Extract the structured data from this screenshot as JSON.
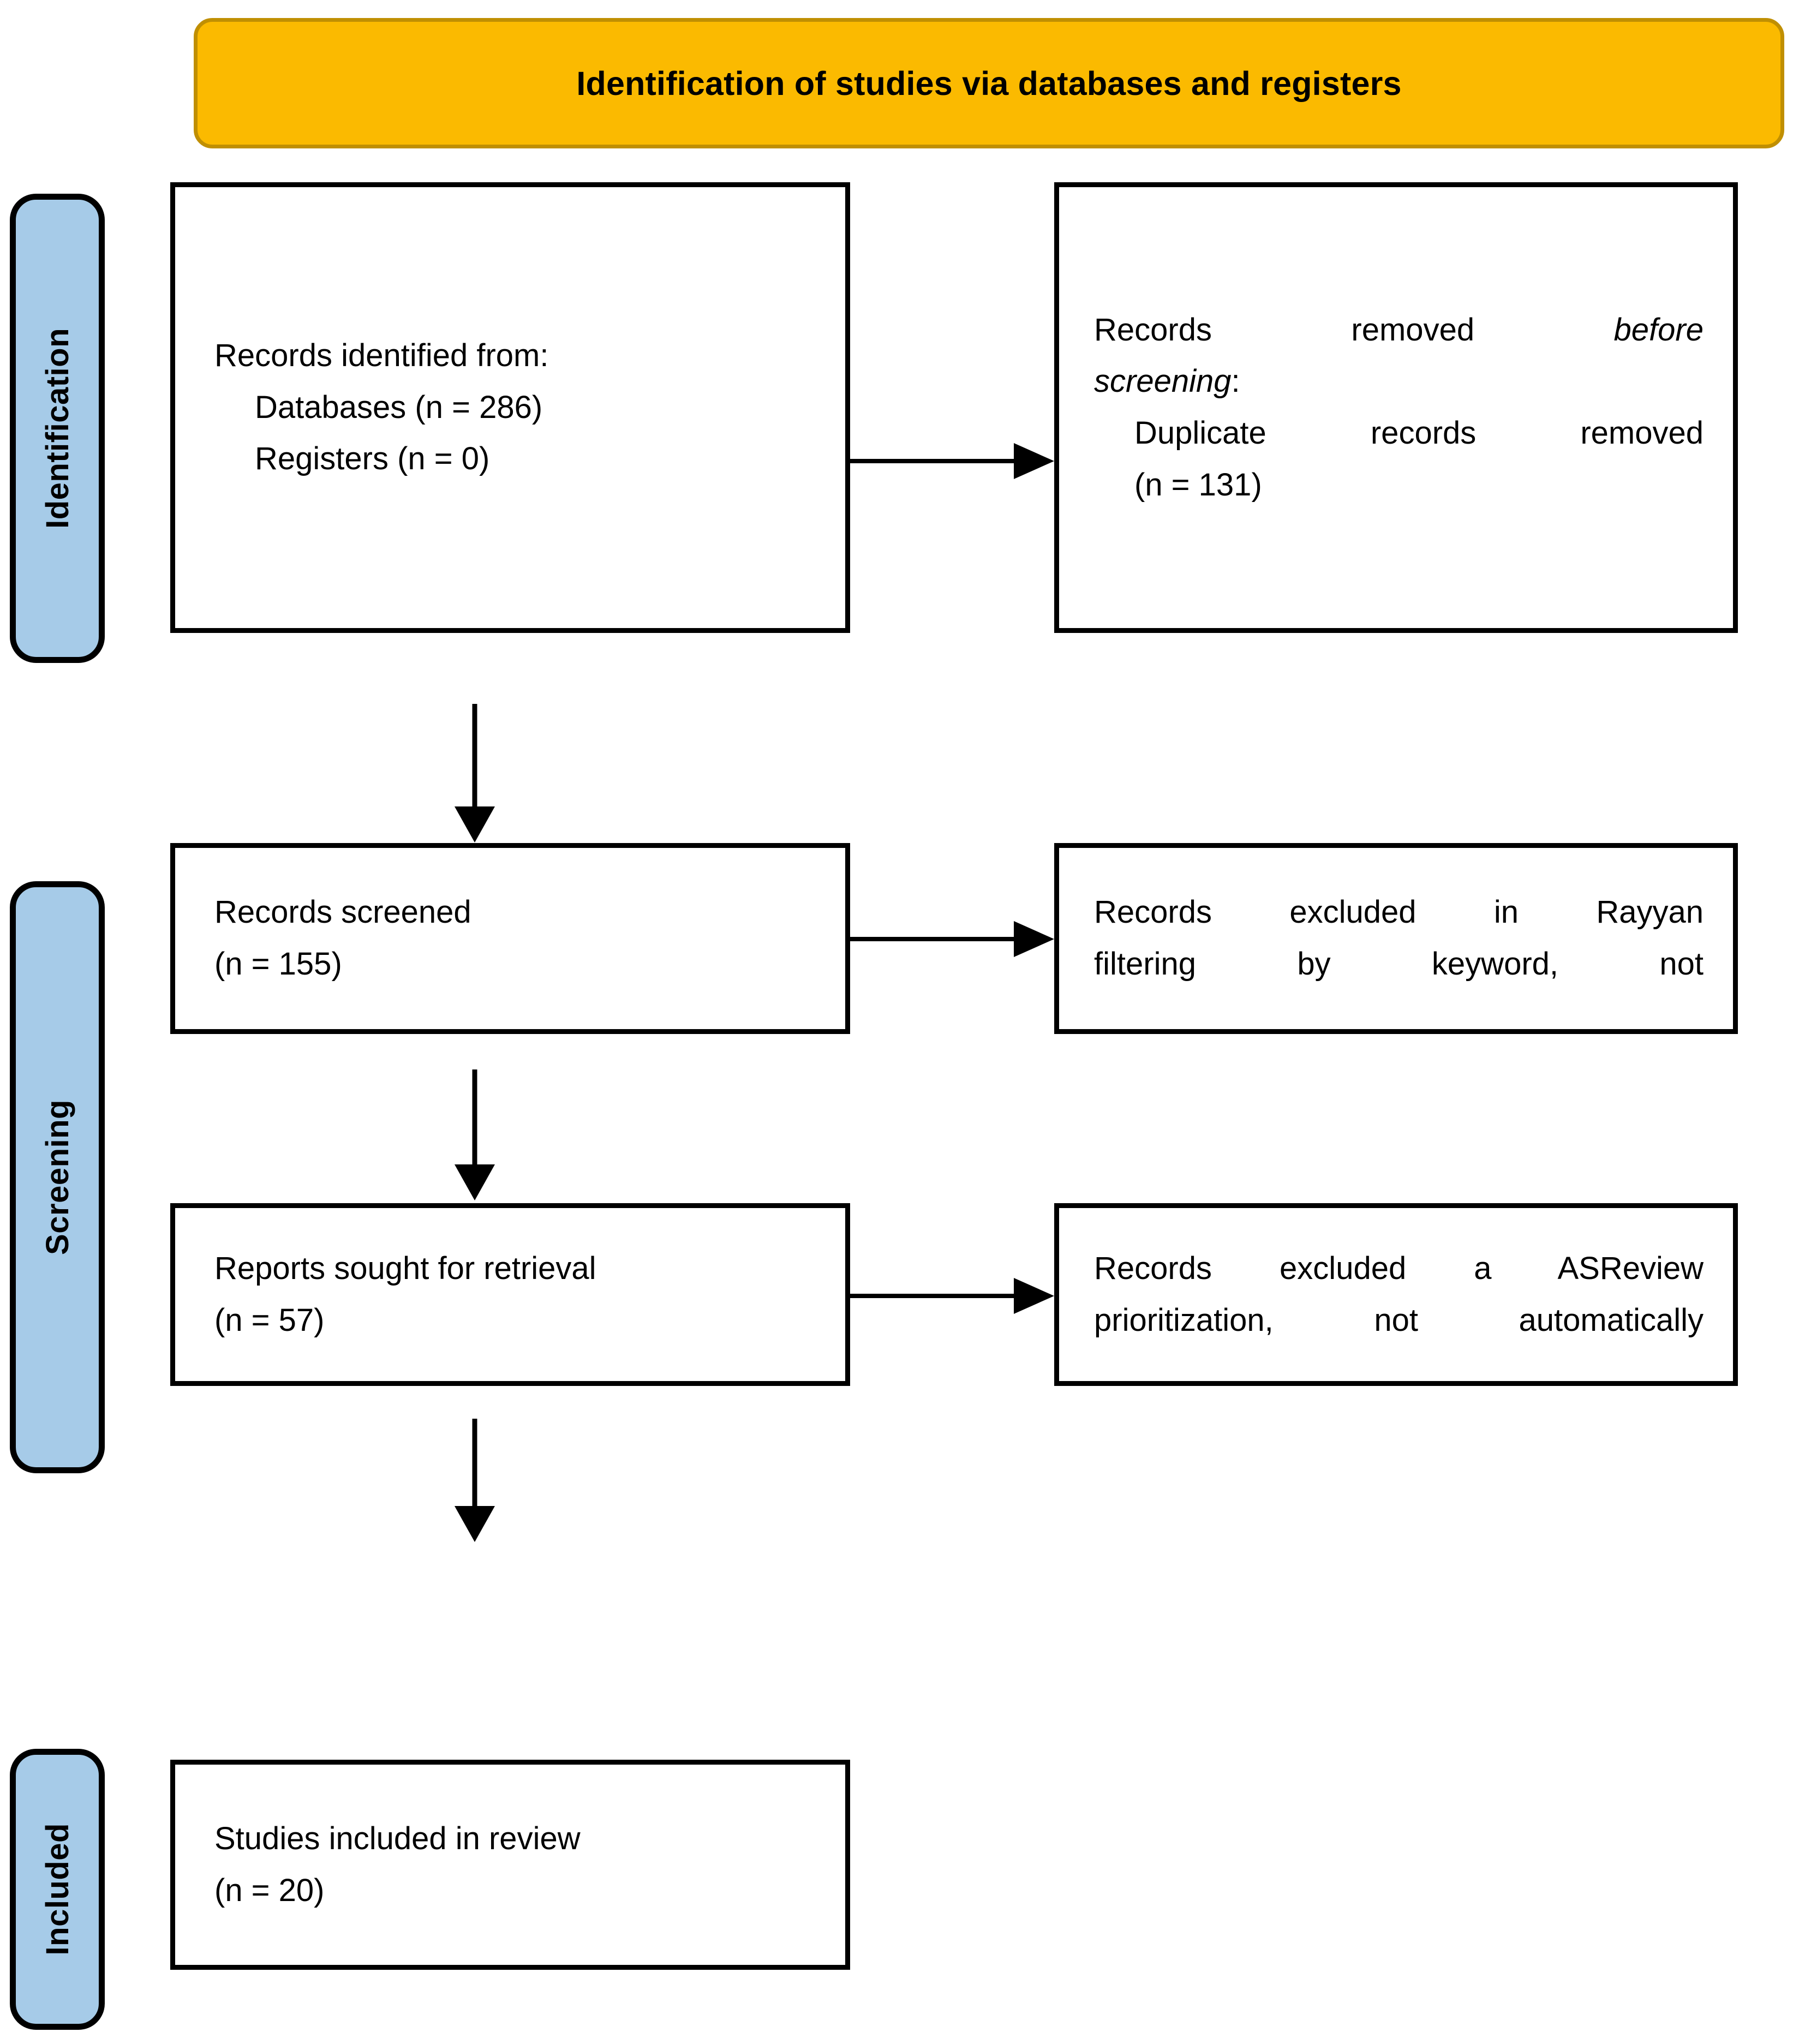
{
  "header": {
    "title": "Identification of studies via databases and registers",
    "fill_color": "#fbba00",
    "border_color": "#c08f02"
  },
  "stages": {
    "identification": "Identification",
    "screening": "Screening",
    "included": "Included",
    "fill_color": "#a6cbe8",
    "border_color": "#000000"
  },
  "boxes": {
    "identified": {
      "line1": "Records identified from:",
      "line2": "Databases (n = 286)",
      "line3": "Registers (n = 0)",
      "databases_n": 286,
      "registers_n": 0
    },
    "removed_before_screening": {
      "line1_a": "Records removed ",
      "line1_b": "before",
      "line2_a": "screening",
      "line2_b": ":",
      "line3": "Duplicate records removed",
      "line4": "(n = 131)",
      "duplicates_n": 131
    },
    "records_screened": {
      "line1": "Records screened",
      "line2": "(n = 155)",
      "n": 155
    },
    "excluded_rayyan": {
      "line1": "Records excluded in Rayyan",
      "line2": "filtering by keyword, not"
    },
    "reports_sought": {
      "line1": "Reports sought for retrieval",
      "line2": "(n = 57)",
      "n": 57
    },
    "excluded_asreview": {
      "line1": "Records excluded a ASReview",
      "line2": "prioritization, not automatically"
    },
    "studies_included": {
      "line1": "Studies included in review",
      "line2": "(n = 20)",
      "n": 20
    }
  },
  "chart_data": {
    "type": "diagram",
    "title": "Identification of studies via databases and registers",
    "diagram_kind": "PRISMA 2020 flow diagram",
    "stages": [
      "Identification",
      "Screening",
      "Included"
    ],
    "nodes": [
      {
        "id": "identified",
        "stage": "Identification",
        "column": "left",
        "label": "Records identified from: Databases (n = 286) Registers (n = 0)",
        "values": {
          "Databases": 286,
          "Registers": 0
        }
      },
      {
        "id": "removed",
        "stage": "Identification",
        "column": "right",
        "label": "Records removed before screening: Duplicate records removed (n = 131)",
        "values": {
          "Duplicate records removed": 131
        }
      },
      {
        "id": "screened",
        "stage": "Screening",
        "column": "left",
        "label": "Records screened (n = 155)",
        "values": {
          "n": 155
        }
      },
      {
        "id": "excluded_rayyan",
        "stage": "Screening",
        "column": "right",
        "label": "Records excluded in Rayyan filtering by keyword, not",
        "values": {}
      },
      {
        "id": "reports_sought",
        "stage": "Screening",
        "column": "left",
        "label": "Reports sought for retrieval (n = 57)",
        "values": {
          "n": 57
        }
      },
      {
        "id": "excluded_asreview",
        "stage": "Screening",
        "column": "right",
        "label": "Records excluded a ASReview prioritization, not automatically",
        "values": {}
      },
      {
        "id": "studies_included",
        "stage": "Included",
        "column": "left",
        "label": "Studies included in review (n = 20)",
        "values": {
          "n": 20
        }
      }
    ],
    "edges": [
      {
        "from": "identified",
        "to": "removed",
        "direction": "right"
      },
      {
        "from": "identified",
        "to": "screened",
        "direction": "down"
      },
      {
        "from": "screened",
        "to": "excluded_rayyan",
        "direction": "right"
      },
      {
        "from": "screened",
        "to": "reports_sought",
        "direction": "down"
      },
      {
        "from": "reports_sought",
        "to": "excluded_asreview",
        "direction": "right"
      },
      {
        "from": "reports_sought",
        "to": "studies_included",
        "direction": "down"
      }
    ]
  }
}
